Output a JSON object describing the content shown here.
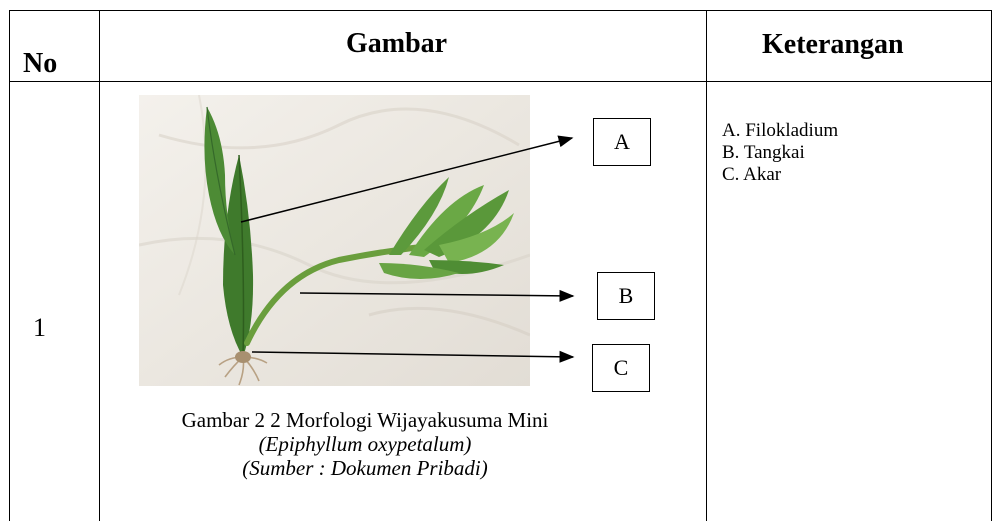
{
  "table": {
    "headers": {
      "no": "No",
      "gambar": "Gambar",
      "keterangan": "Keterangan"
    },
    "rows": [
      {
        "no": "1",
        "figure": {
          "labels": {
            "a": "A",
            "b": "B",
            "c": "C"
          },
          "caption_line1": "Gambar 2 2 Morfologi Wijayakusuma Mini",
          "caption_line2": "(Epiphyllum oxypetalum)",
          "caption_line3": "(Sumber : Dokumen Pribadi)"
        },
        "keterangan": [
          "A. Filokladium",
          "B. Tangkai",
          "C. Akar"
        ]
      }
    ]
  }
}
